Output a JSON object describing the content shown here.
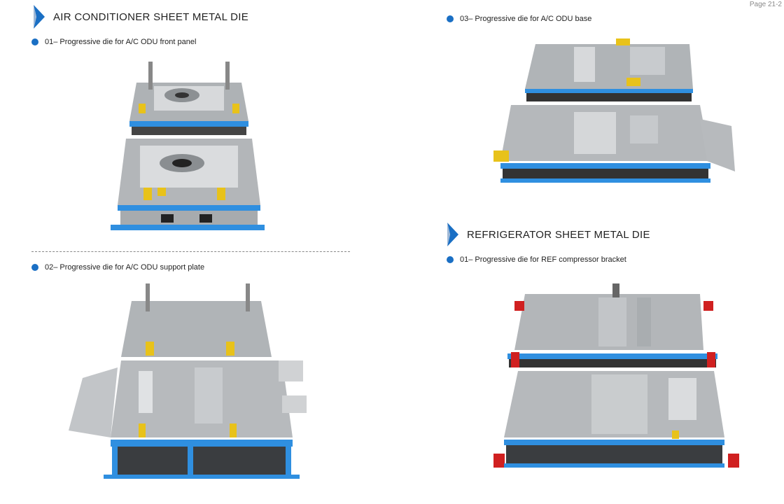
{
  "page_number": "Page 21-2",
  "sections": [
    {
      "title": "AIR CONDITIONER SHEET METAL DIE",
      "items": [
        {
          "label": "01– Progressive die for A/C ODU front panel"
        },
        {
          "label": "02– Progressive die for  A/C ODU support plate"
        },
        {
          "label": "03– Progressive die for A/C ODU base"
        }
      ]
    },
    {
      "title": "REFRIGERATOR SHEET METAL DIE",
      "items": [
        {
          "label": "01– Progressive die for REF compressor bracket"
        }
      ]
    }
  ],
  "colors": {
    "accent": "#1a6fc4",
    "plate_blue": "#2f8fe0",
    "steel": "#b9bcbf",
    "yellow": "#e8c21a",
    "red": "#d02020"
  }
}
